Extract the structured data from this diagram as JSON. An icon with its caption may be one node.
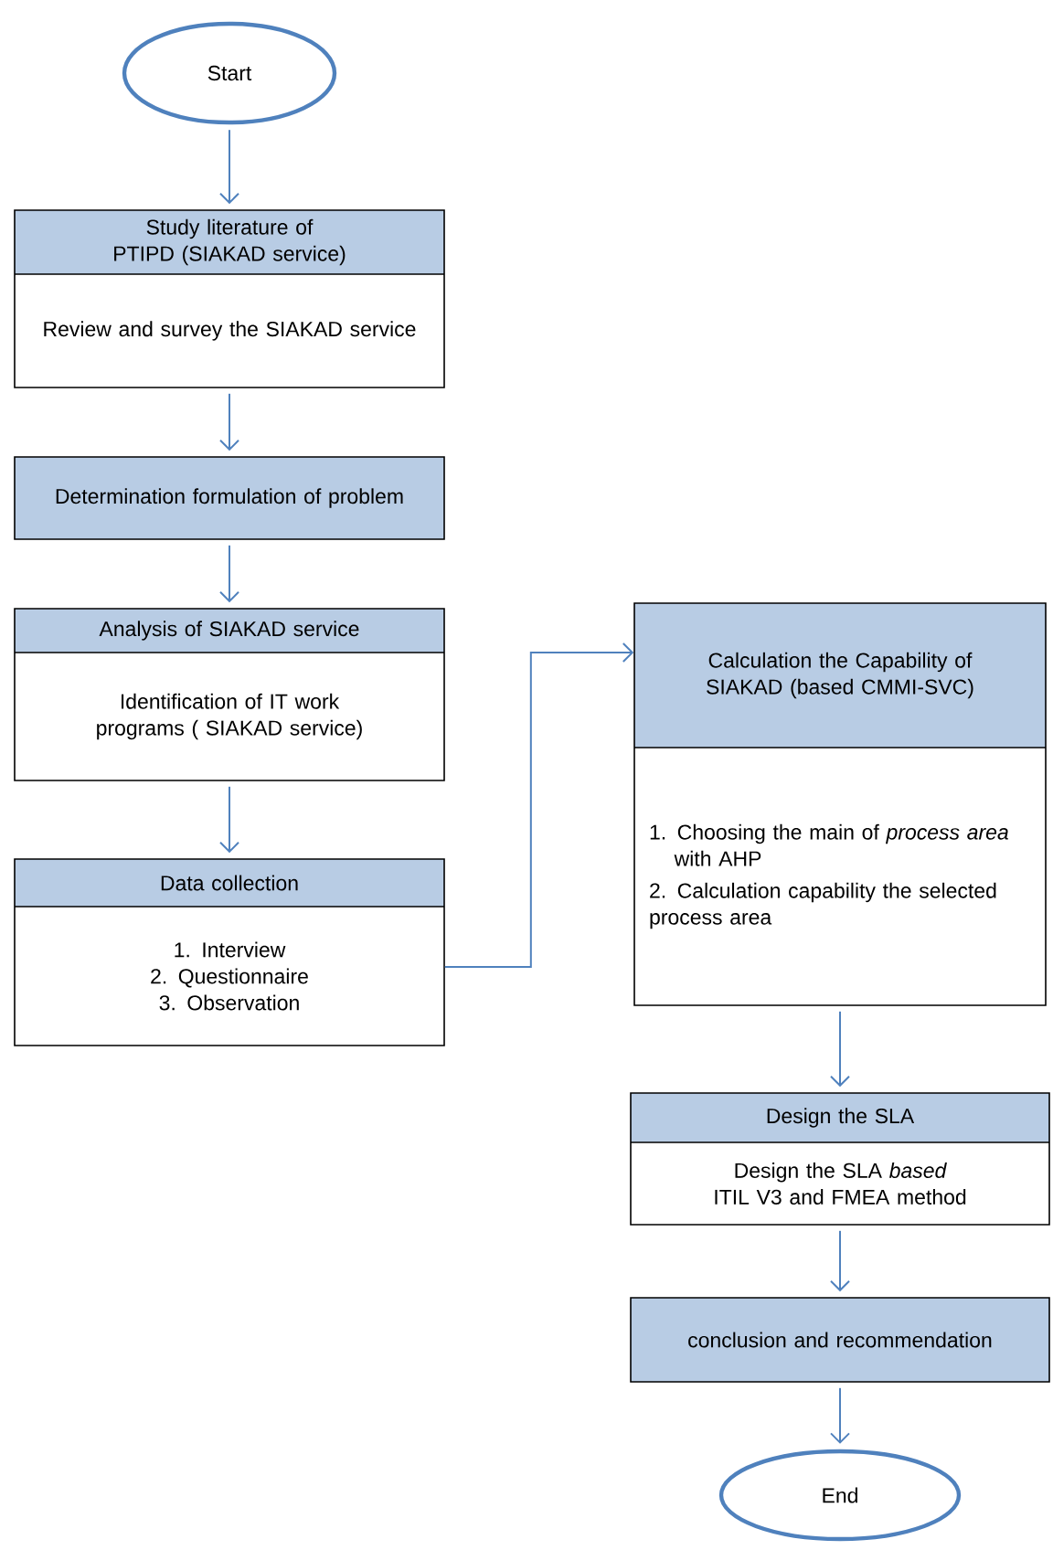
{
  "diagram": {
    "nodes": [
      {
        "text": [
          "Start"
        ]
      },
      {
        "text": [
          "Study literature of PTIPD (SIAKAD service)",
          "Review and survey the SIAKAD service"
        ]
      },
      {
        "text": [
          "Determination formulation of problem"
        ]
      },
      {
        "text": [
          "Analysis of SIAKAD service",
          "Identification of IT work programs ( SIAKAD service)"
        ]
      },
      {
        "text": [
          "Data collection",
          "1. Interview",
          "2. Questionnaire",
          "3. Observation"
        ]
      },
      {
        "text": [
          "Calculation the Capability of SIAKAD (based CMMI-SVC)",
          "1. Choosing the main of *process area* with AHP",
          "2. Calculation capability the selected process area"
        ]
      },
      {
        "text": [
          "Design the SLA",
          "Design the SLA *based* ITIL V3 and FMEA method"
        ]
      },
      {
        "text": [
          "conclusion and recommendation"
        ]
      },
      {
        "text": [
          "End"
        ]
      }
    ],
    "edges": [
      {
        "from": 0,
        "to": 1,
        "arrow": "to"
      },
      {
        "from": 1,
        "to": 2,
        "arrow": "to"
      },
      {
        "from": 2,
        "to": 3,
        "arrow": "to"
      },
      {
        "from": 3,
        "to": 4,
        "arrow": "to"
      },
      {
        "from": 4,
        "to": 5,
        "arrow": "to"
      },
      {
        "from": 5,
        "to": 6,
        "arrow": "to"
      },
      {
        "from": 6,
        "to": 7,
        "arrow": "to"
      },
      {
        "from": 7,
        "to": 8,
        "arrow": "to"
      }
    ]
  }
}
